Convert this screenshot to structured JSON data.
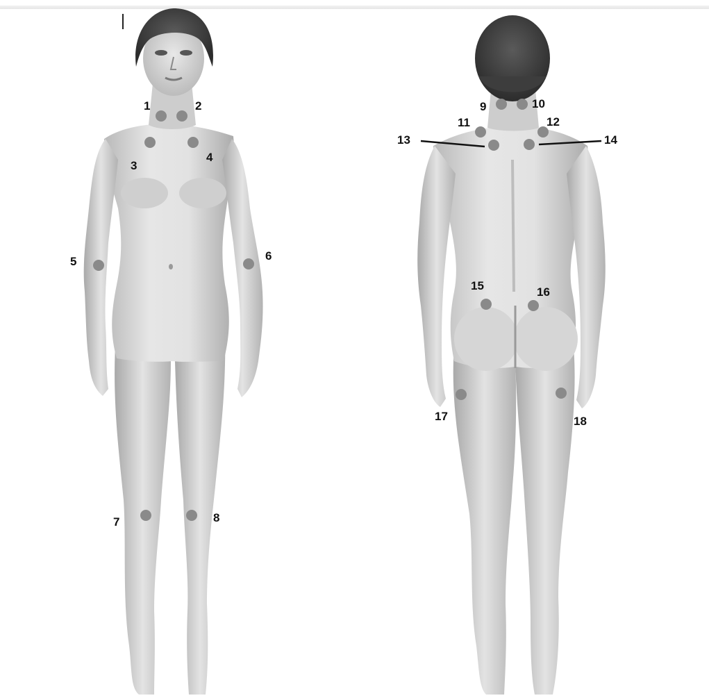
{
  "figures": [
    {
      "view": "front"
    },
    {
      "view": "back"
    }
  ],
  "colors": {
    "skin_light": "#e4e4e4",
    "skin_mid": "#c8c8c8",
    "skin_dark": "#9a9a9a",
    "hair": "#3a3a3a",
    "point": "#8a8a8a",
    "label": "#111111"
  },
  "points": [
    {
      "label": "1"
    },
    {
      "label": "2"
    },
    {
      "label": "3"
    },
    {
      "label": "4"
    },
    {
      "label": "5"
    },
    {
      "label": "6"
    },
    {
      "label": "7"
    },
    {
      "label": "8"
    },
    {
      "label": "9"
    },
    {
      "label": "10"
    },
    {
      "label": "11"
    },
    {
      "label": "12"
    },
    {
      "label": "13"
    },
    {
      "label": "14"
    },
    {
      "label": "15"
    },
    {
      "label": "16"
    },
    {
      "label": "17"
    },
    {
      "label": "18"
    }
  ]
}
